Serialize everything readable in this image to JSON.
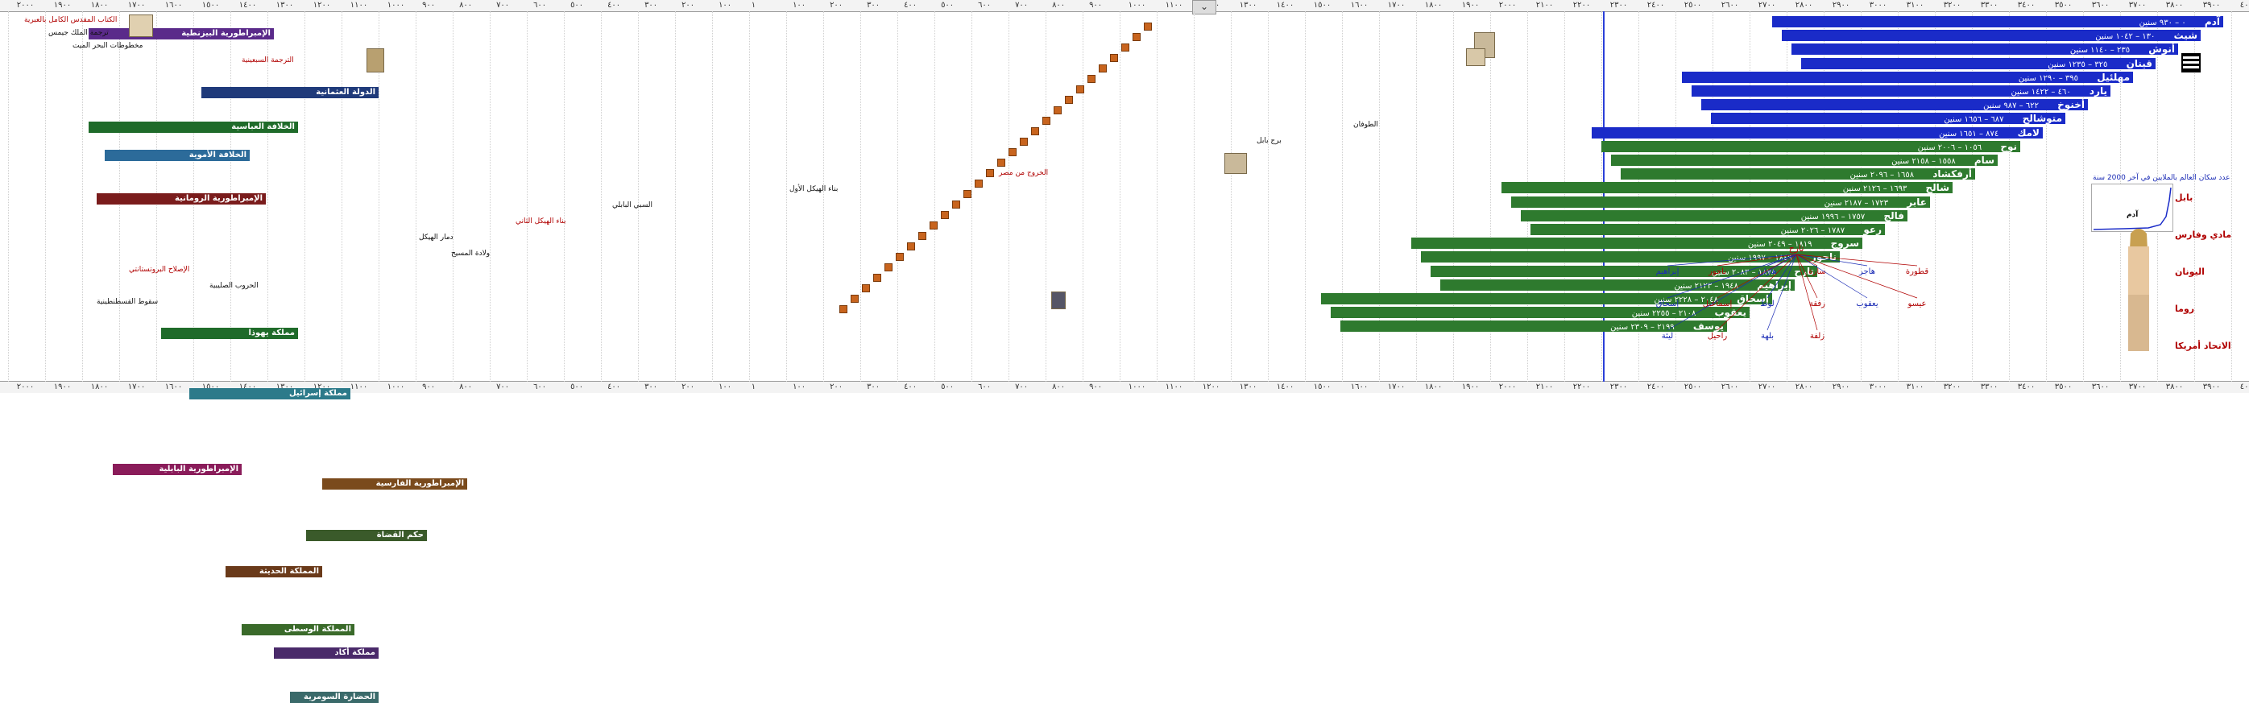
{
  "ruler": {
    "labels": [
      "٢٠٠٠",
      "١٩٠٠",
      "١٨٠٠",
      "١٧٠٠",
      "١٦٠٠",
      "١٥٠٠",
      "١٤٠٠",
      "١٣٠٠",
      "١٢٠٠",
      "١١٠٠",
      "١٠٠٠",
      "٩٠٠",
      "٨٠٠",
      "٧٠٠",
      "٦٠٠",
      "٥٠٠",
      "٤٠٠",
      "٣٠٠",
      "٢٠٠",
      "١٠٠",
      "١",
      "١٠٠",
      "٢٠٠",
      "٣٠٠",
      "٤٠٠",
      "٥٠٠",
      "٦٠٠",
      "٧٠٠",
      "٨٠٠",
      "٩٠٠",
      "١٠٠٠",
      "١١٠٠",
      "١٢٠٠",
      "١٣٠٠",
      "١٤٠٠",
      "١٥٠٠",
      "١٦٠٠",
      "١٧٠٠",
      "١٨٠٠",
      "١٩٠٠",
      "٢٠٠٠",
      "٢١٠٠",
      "٢٢٠٠",
      "٢٣٠٠",
      "٢٤٠٠",
      "٢٥٠٠",
      "٢٦٠٠",
      "٢٧٠٠",
      "٢٨٠٠",
      "٢٩٠٠",
      "٣٠٠٠",
      "٣١٠٠",
      "٣٢٠٠",
      "٣٣٠٠",
      "٣٤٠٠",
      "٣٥٠٠",
      "٣٦٠٠",
      "٣٧٠٠",
      "٣٨٠٠",
      "٣٩٠٠",
      "٤٠٠٠"
    ],
    "collapse_label": "⌄"
  },
  "patriarchs": [
    {
      "name": "آدم",
      "span": "٠ – ٩٣٠ سنين"
    },
    {
      "name": "شيث",
      "span": "١٣٠ – ١٠٤٢ سنين"
    },
    {
      "name": "أنوش",
      "span": "٢٣٥ – ١١٤٠ سنين"
    },
    {
      "name": "قينان",
      "span": "٣٢٥ – ١٢٣٥ سنين"
    },
    {
      "name": "مهلئيل",
      "span": "٣٩٥ – ١٢٩٠ سنين"
    },
    {
      "name": "يارد",
      "span": "٤٦٠ – ١٤٢٢ سنين"
    },
    {
      "name": "أخنوخ",
      "span": "٦٢٢ – ٩٨٧ سنين"
    },
    {
      "name": "متوشالح",
      "span": "٦٨٧ – ١٦٥٦ سنين"
    },
    {
      "name": "لامك",
      "span": "٨٧٤ – ١٦٥١ سنين"
    },
    {
      "name": "نوح",
      "span": "١٠٥٦ – ٢٠٠٦ سنين"
    },
    {
      "name": "سام",
      "span": "١٥٥٨ – ٢١٥٨ سنين"
    },
    {
      "name": "أرفكشاد",
      "span": "١٦٥٨ – ٢٠٩٦ سنين"
    },
    {
      "name": "شالح",
      "span": "١٦٩٣ – ٢١٢٦ سنين"
    },
    {
      "name": "عابر",
      "span": "١٧٢٣ – ٢١٨٧ سنين"
    },
    {
      "name": "فالج",
      "span": "١٧٥٧ – ١٩٩٦ سنين"
    },
    {
      "name": "رعو",
      "span": "١٧٨٧ – ٢٠٢٦ سنين"
    },
    {
      "name": "سروج",
      "span": "١٨١٩ – ٢٠٤٩ سنين"
    },
    {
      "name": "ناحور",
      "span": "١٨٤٩ – ١٩٩٧ سنين"
    },
    {
      "name": "تارح",
      "span": "١٨٧٨ – ٢٠٨٣ سنين"
    },
    {
      "name": "إبراهيم",
      "span": "١٩٤٨ – ٢١٢٣ سنين"
    },
    {
      "name": "إسحاق",
      "span": "٢٠٤٨ – ٢٢٢٨ سنين"
    },
    {
      "name": "يعقوب",
      "span": "٢١٠٨ – ٢٢٥٥ سنين"
    },
    {
      "name": "يوسف",
      "span": "٢١٩٩ – ٢٣٠٩ سنين"
    }
  ],
  "kingdoms": [
    {
      "name": "الإمبراطورية الرومانية",
      "color": "#7a1c1c"
    },
    {
      "name": "الإمبراطورية البيزنطية",
      "color": "#5a2a8a"
    },
    {
      "name": "الخلافة العباسية",
      "color": "#1f6b2a"
    },
    {
      "name": "الخلافة الأموية",
      "color": "#2c6b9a"
    },
    {
      "name": "الدولة العثمانية",
      "color": "#1f3a7a"
    },
    {
      "name": "مملكة يهوذا",
      "color": "#1f6b2a"
    },
    {
      "name": "مملكة إسرائيل",
      "color": "#2c7a8a"
    },
    {
      "name": "الإمبراطورية الفارسية",
      "color": "#7a4a1c"
    },
    {
      "name": "الإمبراطورية البابلية",
      "color": "#8a1c5a"
    },
    {
      "name": "حكم القضاة",
      "color": "#3a5a2a"
    },
    {
      "name": "المملكة الحديثة",
      "color": "#6a3a1a"
    },
    {
      "name": "المملكة الوسطى",
      "color": "#3a6a2a"
    },
    {
      "name": "مملكة أكاد",
      "color": "#4a2a6a"
    },
    {
      "name": "الحضارة السومرية",
      "color": "#3a6a6a"
    }
  ],
  "notes": [
    "الكتاب المقدس الكامل بالعبرية",
    "ترجمة الملك جيمس",
    "مخطوطات البحر الميت",
    "الترجمة السبعينية",
    "الطوفان",
    "برج بابل",
    "الخروج من مصر",
    "بناء الهيكل الأول",
    "السبي البابلي",
    "بناء الهيكل الثاني",
    "دمار الهيكل",
    "ولادة المسيح",
    "الإصلاح البروتستانتي",
    "الحروب الصليبية",
    "سقوط القسطنطينية"
  ],
  "chart_label": "عدد سكان العالم بالملايين في آخر 2000 سنة",
  "family_tree": {
    "title": "تارح",
    "nodes": [
      "إبراهيم",
      "ناحور",
      "هاران",
      "سارة",
      "هاجر",
      "قطورة",
      "إسحاق",
      "إسماعيل",
      "لوط",
      "رفقة",
      "يعقوب",
      "عيسو",
      "ليئة",
      "راحيل",
      "بلهة",
      "زلفة"
    ]
  },
  "figure_label": "آدم",
  "side_labels": [
    "بابل",
    "مادي وفارس",
    "اليونان",
    "روما",
    "الاتحاد أمريكا"
  ],
  "colors": {
    "blue_line": "#2a3fd8",
    "patriarch_blue": "#1a2bc8",
    "patriarch_green": "#2e7a2e"
  }
}
